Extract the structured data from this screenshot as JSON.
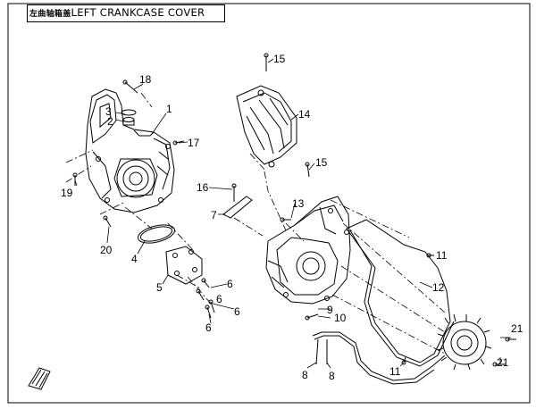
{
  "title": {
    "prefix": "左曲轴箱盖",
    "text": "LEFT CRANKCASE COVER"
  },
  "callouts": [
    {
      "label": "1"
    },
    {
      "label": "2"
    },
    {
      "label": "3"
    },
    {
      "label": "4"
    },
    {
      "label": "5"
    },
    {
      "label": "6"
    },
    {
      "label": "6"
    },
    {
      "label": "6"
    },
    {
      "label": "6"
    },
    {
      "label": "7"
    },
    {
      "label": "8"
    },
    {
      "label": "8"
    },
    {
      "label": "9"
    },
    {
      "label": "10"
    },
    {
      "label": "11"
    },
    {
      "label": "11"
    },
    {
      "label": "12"
    },
    {
      "label": "13"
    },
    {
      "label": "14"
    },
    {
      "label": "15"
    },
    {
      "label": "15"
    },
    {
      "label": "16"
    },
    {
      "label": "17"
    },
    {
      "label": "18"
    },
    {
      "label": "19"
    },
    {
      "label": "20"
    },
    {
      "label": "21"
    },
    {
      "label": "21"
    }
  ],
  "colors": {
    "line": "#000000",
    "background": "#ffffff"
  }
}
